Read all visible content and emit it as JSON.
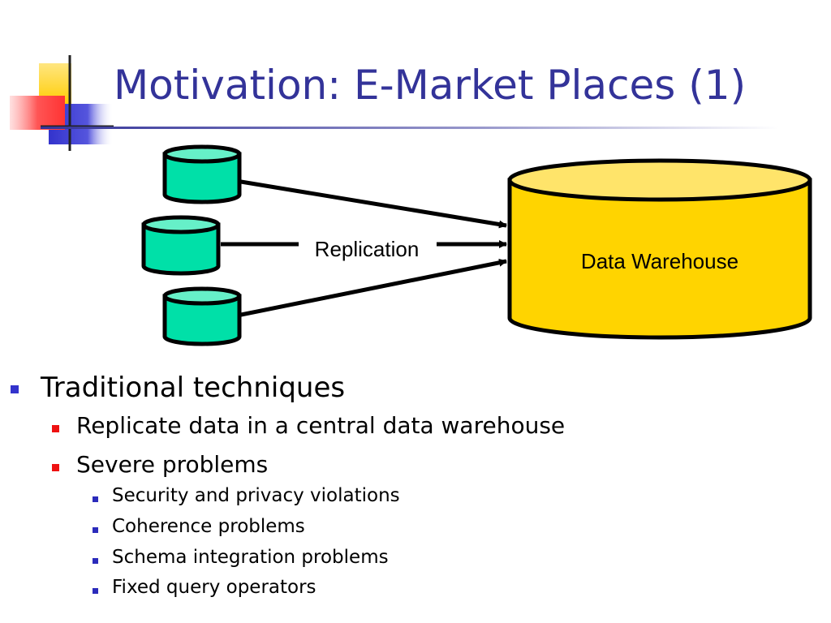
{
  "slide": {
    "title": "Motivation: E-Market Places (1)"
  },
  "diagram": {
    "replication_label": "Replication",
    "warehouse_label": "Data Warehouse",
    "source_count": 3,
    "colors": {
      "source_fill": "#00e0a8",
      "source_top": "#66f0c8",
      "warehouse_fill": "#ffd400",
      "warehouse_top": "#ffe46a"
    }
  },
  "bullets": {
    "l1_0": "Traditional techniques",
    "l2_0": "Replicate data in a central data warehouse",
    "l2_1": "Severe problems",
    "l3_0": "Security and privacy violations",
    "l3_1": "Coherence problems",
    "l3_2": "Schema integration problems",
    "l3_3": "Fixed query operators"
  }
}
